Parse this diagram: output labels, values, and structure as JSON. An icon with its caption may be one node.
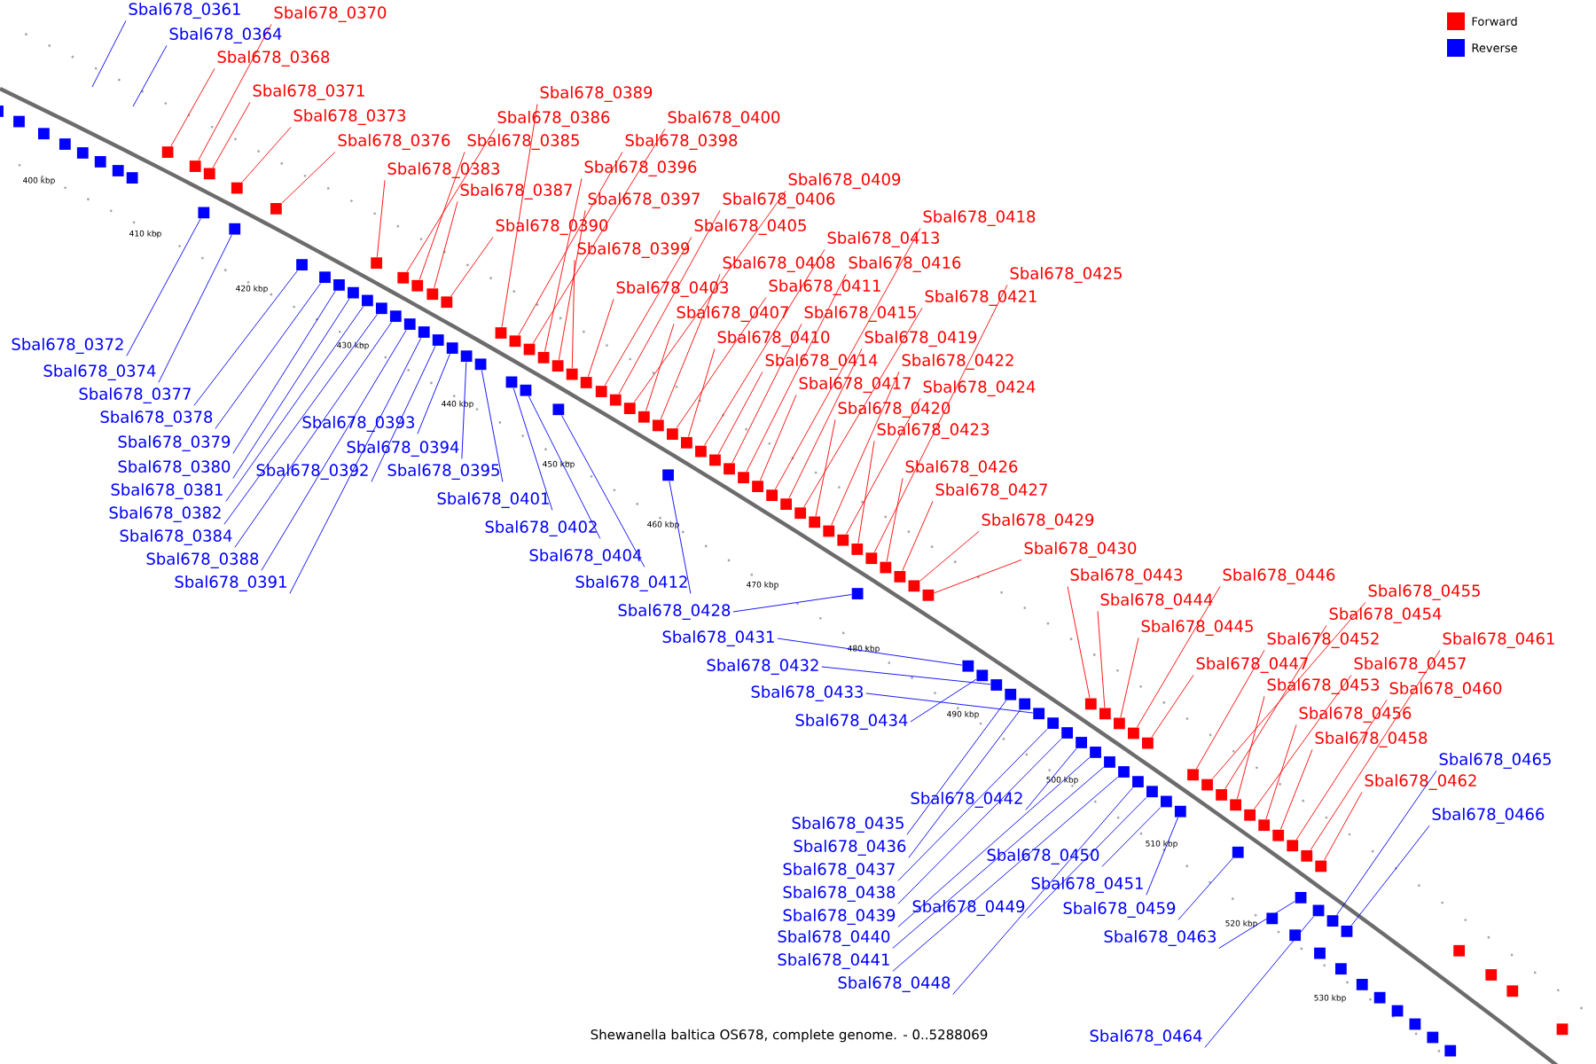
{
  "diagram": {
    "caption": "Shewanella baltica OS678, complete genome. - 0..5288069",
    "nodes": [
      {
        "text": [
          "Sbal678_0370"
        ]
      },
      {
        "text": [
          "Sbal678_0368"
        ]
      },
      {
        "text": [
          "Sbal678_0371"
        ]
      },
      {
        "text": [
          "Sbal678_0373"
        ]
      },
      {
        "text": [
          "Sbal678_0376"
        ]
      },
      {
        "text": [
          "Sbal678_0383"
        ]
      },
      {
        "text": [
          "Sbal678_0386"
        ]
      },
      {
        "text": [
          "Sbal678_0385"
        ]
      },
      {
        "text": [
          "Sbal678_0387"
        ]
      },
      {
        "text": [
          "Sbal678_0389"
        ]
      },
      {
        "text": [
          "Sbal678_0390"
        ]
      },
      {
        "text": [
          "Sbal678_0400"
        ]
      },
      {
        "text": [
          "Sbal678_0398"
        ]
      },
      {
        "text": [
          "Sbal678_0396"
        ]
      },
      {
        "text": [
          "Sbal678_0397"
        ]
      },
      {
        "text": [
          "Sbal678_0399"
        ]
      },
      {
        "text": [
          "Sbal678_0403"
        ]
      },
      {
        "text": [
          "Sbal678_0405"
        ]
      },
      {
        "text": [
          "Sbal678_0406"
        ]
      },
      {
        "text": [
          "Sbal678_0409"
        ]
      },
      {
        "text": [
          "Sbal678_0407"
        ]
      },
      {
        "text": [
          "Sbal678_0408"
        ]
      },
      {
        "text": [
          "Sbal678_0410"
        ]
      },
      {
        "text": [
          "Sbal678_0411"
        ]
      },
      {
        "text": [
          "Sbal678_0413"
        ]
      },
      {
        "text": [
          "Sbal678_0414"
        ]
      },
      {
        "text": [
          "Sbal678_0415"
        ]
      },
      {
        "text": [
          "Sbal678_0416"
        ]
      },
      {
        "text": [
          "Sbal678_0417"
        ]
      },
      {
        "text": [
          "Sbal678_0418"
        ]
      },
      {
        "text": [
          "Sbal678_0419"
        ]
      },
      {
        "text": [
          "Sbal678_0420"
        ]
      },
      {
        "text": [
          "Sbal678_0421"
        ]
      },
      {
        "text": [
          "Sbal678_0422"
        ]
      },
      {
        "text": [
          "Sbal678_0423"
        ]
      },
      {
        "text": [
          "Sbal678_0424"
        ]
      },
      {
        "text": [
          "Sbal678_0425"
        ]
      },
      {
        "text": [
          "Sbal678_0426"
        ]
      },
      {
        "text": [
          "Sbal678_0427"
        ]
      },
      {
        "text": [
          "Sbal678_0429"
        ]
      },
      {
        "text": [
          "Sbal678_0430"
        ]
      },
      {
        "text": [
          "Sbal678_0443"
        ]
      },
      {
        "text": [
          "Sbal678_0444"
        ]
      },
      {
        "text": [
          "Sbal678_0446"
        ]
      },
      {
        "text": [
          "Sbal678_0445"
        ]
      },
      {
        "text": [
          "Sbal678_0447"
        ]
      },
      {
        "text": [
          "Sbal678_0452"
        ]
      },
      {
        "text": [
          "Sbal678_0455"
        ]
      },
      {
        "text": [
          "Sbal678_0454"
        ]
      },
      {
        "text": [
          "Sbal678_0453"
        ]
      },
      {
        "text": [
          "Sbal678_0457"
        ]
      },
      {
        "text": [
          "Sbal678_0461"
        ]
      },
      {
        "text": [
          "Sbal678_0456"
        ]
      },
      {
        "text": [
          "Sbal678_0460"
        ]
      },
      {
        "text": [
          "Sbal678_0458"
        ]
      },
      {
        "text": [
          "Sbal678_0462"
        ]
      },
      {
        "text": [
          "Sbal678_0361"
        ]
      },
      {
        "text": [
          "Sbal678_0364"
        ]
      },
      {
        "text": [
          "Sbal678_0372"
        ]
      },
      {
        "text": [
          "Sbal678_0374"
        ]
      },
      {
        "text": [
          "Sbal678_0377"
        ]
      },
      {
        "text": [
          "Sbal678_0378"
        ]
      },
      {
        "text": [
          "Sbal678_0379"
        ]
      },
      {
        "text": [
          "Sbal678_0380"
        ]
      },
      {
        "text": [
          "Sbal678_0381"
        ]
      },
      {
        "text": [
          "Sbal678_0382"
        ]
      },
      {
        "text": [
          "Sbal678_0384"
        ]
      },
      {
        "text": [
          "Sbal678_0388"
        ]
      },
      {
        "text": [
          "Sbal678_0391"
        ]
      },
      {
        "text": [
          "Sbal678_0393"
        ]
      },
      {
        "text": [
          "Sbal678_0392"
        ]
      },
      {
        "text": [
          "Sbal678_0394"
        ]
      },
      {
        "text": [
          "Sbal678_0395"
        ]
      },
      {
        "text": [
          "Sbal678_0401"
        ]
      },
      {
        "text": [
          "Sbal678_0402"
        ]
      },
      {
        "text": [
          "Sbal678_0404"
        ]
      },
      {
        "text": [
          "Sbal678_0412"
        ]
      },
      {
        "text": [
          "Sbal678_0428"
        ]
      },
      {
        "text": [
          "Sbal678_0431"
        ]
      },
      {
        "text": [
          "Sbal678_0432"
        ]
      },
      {
        "text": [
          "Sbal678_0433"
        ]
      },
      {
        "text": [
          "Sbal678_0434"
        ]
      },
      {
        "text": [
          "Sbal678_0442"
        ]
      },
      {
        "text": [
          "Sbal678_0435"
        ]
      },
      {
        "text": [
          "Sbal678_0436"
        ]
      },
      {
        "text": [
          "Sbal678_0437"
        ]
      },
      {
        "text": [
          "Sbal678_0438"
        ]
      },
      {
        "text": [
          "Sbal678_0439"
        ]
      },
      {
        "text": [
          "Sbal678_0440"
        ]
      },
      {
        "text": [
          "Sbal678_0441"
        ]
      },
      {
        "text": [
          "Sbal678_0448"
        ]
      },
      {
        "text": [
          "Sbal678_0449"
        ]
      },
      {
        "text": [
          "Sbal678_0450"
        ]
      },
      {
        "text": [
          "Sbal678_0451"
        ]
      },
      {
        "text": [
          "Sbal678_0459"
        ]
      },
      {
        "text": [
          "Sbal678_0463"
        ]
      },
      {
        "text": [
          "Sbal678_0464"
        ]
      },
      {
        "text": [
          "Sbal678_0465"
        ]
      },
      {
        "text": [
          "Sbal678_0466"
        ]
      },
      {
        "text": [],
        "shape": "box"
      },
      {
        "text": [],
        "shape": "box"
      },
      {
        "text": [],
        "shape": "box"
      },
      {
        "text": [],
        "shape": "box"
      },
      {
        "text": [],
        "shape": "box"
      },
      {
        "text": [],
        "shape": "box"
      },
      {
        "text": [],
        "shape": "box"
      },
      {
        "text": [],
        "shape": "box"
      },
      {
        "text": [],
        "shape": "box"
      },
      {
        "text": [],
        "shape": "box"
      },
      {
        "text": [],
        "shape": "box"
      },
      {
        "text": [],
        "shape": "box"
      },
      {
        "text": [],
        "shape": "box"
      },
      {
        "text": [],
        "shape": "box"
      },
      {
        "text": [],
        "shape": "box"
      },
      {
        "text": [],
        "shape": "box"
      },
      {
        "text": [],
        "shape": "box"
      },
      {
        "text": [],
        "shape": "box"
      },
      {
        "text": [],
        "shape": "box"
      },
      {
        "text": [],
        "shape": "box"
      },
      {
        "text": [],
        "shape": "box"
      },
      {
        "text": [],
        "shape": "box"
      },
      {
        "text": [],
        "shape": "box"
      },
      {
        "text": [],
        "shape": "box"
      },
      {
        "text": [],
        "shape": "box"
      },
      {
        "text": [],
        "shape": "box"
      },
      {
        "text": [],
        "shape": "box"
      },
      {
        "text": [],
        "shape": "box"
      },
      {
        "text": [],
        "shape": "box"
      },
      {
        "text": [],
        "shape": "box"
      },
      {
        "text": [],
        "shape": "box"
      },
      {
        "text": [],
        "shape": "box"
      },
      {
        "text": [],
        "shape": "box"
      },
      {
        "text": [],
        "shape": "box"
      },
      {
        "text": [],
        "shape": "box"
      },
      {
        "text": [],
        "shape": "box"
      },
      {
        "text": [],
        "shape": "box"
      },
      {
        "text": [],
        "shape": "box"
      },
      {
        "text": [],
        "shape": "box"
      },
      {
        "text": [],
        "shape": "box"
      },
      {
        "text": [],
        "shape": "box"
      },
      {
        "text": [],
        "shape": "box"
      },
      {
        "text": [],
        "shape": "box"
      },
      {
        "text": [],
        "shape": "box"
      },
      {
        "text": [],
        "shape": "box"
      },
      {
        "text": [],
        "shape": "box"
      },
      {
        "text": [],
        "shape": "box"
      },
      {
        "text": [],
        "shape": "box"
      },
      {
        "text": [],
        "shape": "box"
      },
      {
        "text": [],
        "shape": "box"
      },
      {
        "text": [],
        "shape": "box"
      },
      {
        "text": [],
        "shape": "box"
      },
      {
        "text": [],
        "shape": "box"
      },
      {
        "text": [],
        "shape": "box"
      },
      {
        "text": [],
        "shape": "box"
      },
      {
        "text": [],
        "shape": "box"
      },
      {
        "text": [],
        "shape": "box"
      },
      {
        "text": [],
        "shape": "box"
      },
      {
        "text": [],
        "shape": "box"
      },
      {
        "text": [],
        "shape": "box"
      },
      {
        "text": [],
        "shape": "box"
      },
      {
        "text": [],
        "shape": "box"
      },
      {
        "text": [],
        "shape": "box"
      },
      {
        "text": [],
        "shape": "box"
      },
      {
        "text": [],
        "shape": "box"
      },
      {
        "text": [],
        "shape": "box"
      },
      {
        "text": [],
        "shape": "box"
      },
      {
        "text": [],
        "shape": "box"
      },
      {
        "text": [],
        "shape": "box"
      },
      {
        "text": [],
        "shape": "box"
      },
      {
        "text": [],
        "shape": "box"
      },
      {
        "text": [],
        "shape": "box"
      },
      {
        "text": [],
        "shape": "box"
      },
      {
        "text": [],
        "shape": "box"
      },
      {
        "text": [],
        "shape": "box"
      },
      {
        "text": [],
        "shape": "box"
      },
      {
        "text": [],
        "shape": "box"
      },
      {
        "text": [],
        "shape": "box"
      },
      {
        "text": [],
        "shape": "box"
      },
      {
        "text": [],
        "shape": "box"
      },
      {
        "text": [],
        "shape": "box"
      },
      {
        "text": [],
        "shape": "box"
      },
      {
        "text": [],
        "shape": "box"
      },
      {
        "text": [],
        "shape": "box"
      },
      {
        "text": [],
        "shape": "box"
      },
      {
        "text": [],
        "shape": "box"
      },
      {
        "text": [],
        "shape": "box"
      },
      {
        "text": [],
        "shape": "box"
      },
      {
        "text": [],
        "shape": "box"
      },
      {
        "text": [],
        "shape": "box"
      },
      {
        "text": [],
        "shape": "box"
      },
      {
        "text": [],
        "shape": "box"
      },
      {
        "text": [],
        "shape": "box"
      },
      {
        "text": [],
        "shape": "box"
      },
      {
        "text": [],
        "shape": "box"
      },
      {
        "text": [],
        "shape": "box"
      },
      {
        "text": [],
        "shape": "box"
      },
      {
        "text": [],
        "shape": "box"
      },
      {
        "text": [],
        "shape": "box"
      },
      {
        "text": [],
        "shape": "box"
      },
      {
        "text": [],
        "shape": "box"
      },
      {
        "text": [],
        "shape": "box"
      },
      {
        "text": [],
        "shape": "box"
      },
      {
        "text": [],
        "shape": "box"
      },
      {
        "text": [],
        "shape": "box"
      },
      {
        "text": [],
        "shape": "box"
      },
      {
        "text": [],
        "shape": "box"
      },
      {
        "text": [],
        "shape": "box"
      },
      {
        "text": [],
        "shape": "box"
      },
      {
        "text": [],
        "shape": "box"
      },
      {
        "text": [],
        "shape": "box"
      },
      {
        "text": [],
        "shape": "box"
      },
      {
        "text": [],
        "shape": "box"
      },
      {
        "text": [],
        "shape": "box"
      },
      {
        "text": [],
        "shape": "box"
      },
      {
        "text": [],
        "shape": "box"
      },
      {
        "text": [],
        "shape": "box"
      },
      {
        "text": [],
        "shape": "box"
      },
      {
        "text": [],
        "shape": "box"
      }
    ],
    "edges": [
      {
        "from": 0,
        "to": 99,
        "arrow": "none"
      },
      {
        "from": 1,
        "to": 100,
        "arrow": "none"
      },
      {
        "from": 2,
        "to": 101,
        "arrow": "none"
      },
      {
        "from": 3,
        "to": 102,
        "arrow": "none"
      },
      {
        "from": 4,
        "to": 103,
        "arrow": "none"
      },
      {
        "from": 5,
        "to": 104,
        "arrow": "none"
      },
      {
        "from": 6,
        "to": 105,
        "arrow": "none"
      },
      {
        "from": 7,
        "to": 106,
        "arrow": "none"
      },
      {
        "from": 8,
        "to": 107,
        "arrow": "none"
      },
      {
        "from": 9,
        "to": 108,
        "arrow": "none"
      },
      {
        "from": 10,
        "to": 109,
        "arrow": "none"
      },
      {
        "from": 11,
        "to": 110,
        "arrow": "none"
      },
      {
        "from": 12,
        "to": 111,
        "arrow": "none"
      },
      {
        "from": 13,
        "to": 112,
        "arrow": "none"
      },
      {
        "from": 14,
        "to": 113,
        "arrow": "none"
      },
      {
        "from": 15,
        "to": 114,
        "arrow": "none"
      },
      {
        "from": 16,
        "to": 115,
        "arrow": "none"
      },
      {
        "from": 17,
        "to": 116,
        "arrow": "none"
      },
      {
        "from": 18,
        "to": 117,
        "arrow": "none"
      },
      {
        "from": 19,
        "to": 118,
        "arrow": "none"
      },
      {
        "from": 20,
        "to": 119,
        "arrow": "none"
      },
      {
        "from": 21,
        "to": 120,
        "arrow": "none"
      },
      {
        "from": 22,
        "to": 121,
        "arrow": "none"
      },
      {
        "from": 23,
        "to": 122,
        "arrow": "none"
      },
      {
        "from": 24,
        "to": 123,
        "arrow": "none"
      },
      {
        "from": 25,
        "to": 124,
        "arrow": "none"
      },
      {
        "from": 26,
        "to": 125,
        "arrow": "none"
      },
      {
        "from": 27,
        "to": 126,
        "arrow": "none"
      },
      {
        "from": 28,
        "to": 127,
        "arrow": "none"
      },
      {
        "from": 29,
        "to": 128,
        "arrow": "none"
      },
      {
        "from": 30,
        "to": 129,
        "arrow": "none"
      },
      {
        "from": 31,
        "to": 130,
        "arrow": "none"
      },
      {
        "from": 32,
        "to": 131,
        "arrow": "none"
      },
      {
        "from": 33,
        "to": 132,
        "arrow": "none"
      },
      {
        "from": 34,
        "to": 133,
        "arrow": "none"
      },
      {
        "from": 35,
        "to": 134,
        "arrow": "none"
      },
      {
        "from": 36,
        "to": 135,
        "arrow": "none"
      },
      {
        "from": 37,
        "to": 136,
        "arrow": "none"
      },
      {
        "from": 38,
        "to": 137,
        "arrow": "none"
      },
      {
        "from": 39,
        "to": 138,
        "arrow": "none"
      },
      {
        "from": 40,
        "to": 139,
        "arrow": "none"
      },
      {
        "from": 41,
        "to": 140,
        "arrow": "none"
      },
      {
        "from": 42,
        "to": 141,
        "arrow": "none"
      },
      {
        "from": 43,
        "to": 142,
        "arrow": "none"
      },
      {
        "from": 44,
        "to": 143,
        "arrow": "none"
      },
      {
        "from": 45,
        "to": 144,
        "arrow": "none"
      },
      {
        "from": 46,
        "to": 145,
        "arrow": "none"
      },
      {
        "from": 47,
        "to": 146,
        "arrow": "none"
      },
      {
        "from": 48,
        "to": 147,
        "arrow": "none"
      },
      {
        "from": 49,
        "to": 148,
        "arrow": "none"
      },
      {
        "from": 50,
        "to": 149,
        "arrow": "none"
      },
      {
        "from": 51,
        "to": 150,
        "arrow": "none"
      },
      {
        "from": 52,
        "to": 151,
        "arrow": "none"
      },
      {
        "from": 53,
        "to": 152,
        "arrow": "none"
      },
      {
        "from": 54,
        "to": 153,
        "arrow": "none"
      },
      {
        "from": 55,
        "to": 154,
        "arrow": "none"
      },
      {
        "from": 56,
        "to": null,
        "arrow": "none",
        "color": "#0000ff"
      },
      {
        "from": 57,
        "to": null,
        "arrow": "none",
        "color": "#0000ff"
      },
      {
        "from": 58,
        "to": 155,
        "arrow": "none",
        "color": "#0000ff"
      },
      {
        "from": 59,
        "to": 156,
        "arrow": "none",
        "color": "#0000ff"
      },
      {
        "from": 60,
        "to": 157,
        "arrow": "none",
        "color": "#0000ff"
      },
      {
        "from": 61,
        "to": 158,
        "arrow": "none",
        "color": "#0000ff"
      },
      {
        "from": 62,
        "to": 159,
        "arrow": "none",
        "color": "#0000ff"
      },
      {
        "from": 63,
        "to": 160,
        "arrow": "none",
        "color": "#0000ff"
      },
      {
        "from": 64,
        "to": 161,
        "arrow": "none",
        "color": "#0000ff"
      },
      {
        "from": 65,
        "to": 162,
        "arrow": "none",
        "color": "#0000ff"
      },
      {
        "from": 66,
        "to": 163,
        "arrow": "none",
        "color": "#0000ff"
      },
      {
        "from": 67,
        "to": 164,
        "arrow": "none",
        "color": "#0000ff"
      },
      {
        "from": 68,
        "to": 165,
        "arrow": "none",
        "color": "#0000ff"
      },
      {
        "from": 69,
        "to": 166,
        "arrow": "none",
        "color": "#0000ff"
      },
      {
        "from": 70,
        "to": 167,
        "arrow": "none",
        "color": "#0000ff"
      },
      {
        "from": 71,
        "to": 168,
        "arrow": "none",
        "color": "#0000ff"
      },
      {
        "from": 72,
        "to": 169,
        "arrow": "none",
        "color": "#0000ff"
      },
      {
        "from": 73,
        "to": 170,
        "arrow": "none",
        "color": "#0000ff"
      },
      {
        "from": 74,
        "to": 171,
        "arrow": "none",
        "color": "#0000ff"
      },
      {
        "from": 75,
        "to": 172,
        "arrow": "none",
        "color": "#0000ff"
      },
      {
        "from": 76,
        "to": 173,
        "arrow": "none",
        "color": "#0000ff"
      },
      {
        "from": 77,
        "to": 174,
        "arrow": "none",
        "color": "#0000ff"
      },
      {
        "from": 78,
        "to": 175,
        "arrow": "none",
        "color": "#0000ff"
      },
      {
        "from": 79,
        "to": 176,
        "arrow": "none",
        "color": "#0000ff"
      },
      {
        "from": 80,
        "to": 177,
        "arrow": "none",
        "color": "#0000ff"
      },
      {
        "from": 81,
        "to": 178,
        "arrow": "none",
        "color": "#0000ff"
      },
      {
        "from": 82,
        "to": 179,
        "arrow": "none",
        "color": "#0000ff"
      },
      {
        "from": 83,
        "to": 180,
        "arrow": "none",
        "color": "#0000ff"
      },
      {
        "from": 84,
        "to": 181,
        "arrow": "none",
        "color": "#0000ff"
      },
      {
        "from": 85,
        "to": 182,
        "arrow": "none",
        "color": "#0000ff"
      },
      {
        "from": 86,
        "to": 183,
        "arrow": "none",
        "color": "#0000ff"
      },
      {
        "from": 87,
        "to": 184,
        "arrow": "none",
        "color": "#0000ff"
      },
      {
        "from": 88,
        "to": 185,
        "arrow": "none",
        "color": "#0000ff"
      },
      {
        "from": 89,
        "to": 186,
        "arrow": "none",
        "color": "#0000ff"
      },
      {
        "from": 90,
        "to": 187,
        "arrow": "none",
        "color": "#0000ff"
      },
      {
        "from": 91,
        "to": 188,
        "arrow": "none",
        "color": "#0000ff"
      },
      {
        "from": 92,
        "to": 189,
        "arrow": "none",
        "color": "#0000ff"
      },
      {
        "from": 93,
        "to": 190,
        "arrow": "none",
        "color": "#0000ff"
      },
      {
        "from": 94,
        "to": 191,
        "arrow": "none",
        "color": "#0000ff"
      },
      {
        "from": 95,
        "to": 192,
        "arrow": "none",
        "color": "#0000ff"
      },
      {
        "from": 96,
        "to": 193,
        "arrow": "none",
        "color": "#0000ff"
      },
      {
        "from": 97,
        "to": 194,
        "arrow": "none",
        "color": "#0000ff"
      },
      {
        "from": 98,
        "to": 195,
        "arrow": "none",
        "color": "#0000ff"
      }
    ],
    "labels": [
      "400 kbp",
      "410 kbp",
      "420 kbp",
      "430 kbp",
      "440 kbp",
      "450 kbp",
      "460 kbp",
      "470 kbp",
      "480 kbp",
      "490 kbp",
      "500 kbp",
      "510 kbp",
      "520 kbp",
      "530 kbp"
    ],
    "legend": [
      {
        "text": "Forward",
        "color": "#ff0000"
      },
      {
        "text": "Reverse",
        "color": "#0000ff"
      }
    ]
  }
}
